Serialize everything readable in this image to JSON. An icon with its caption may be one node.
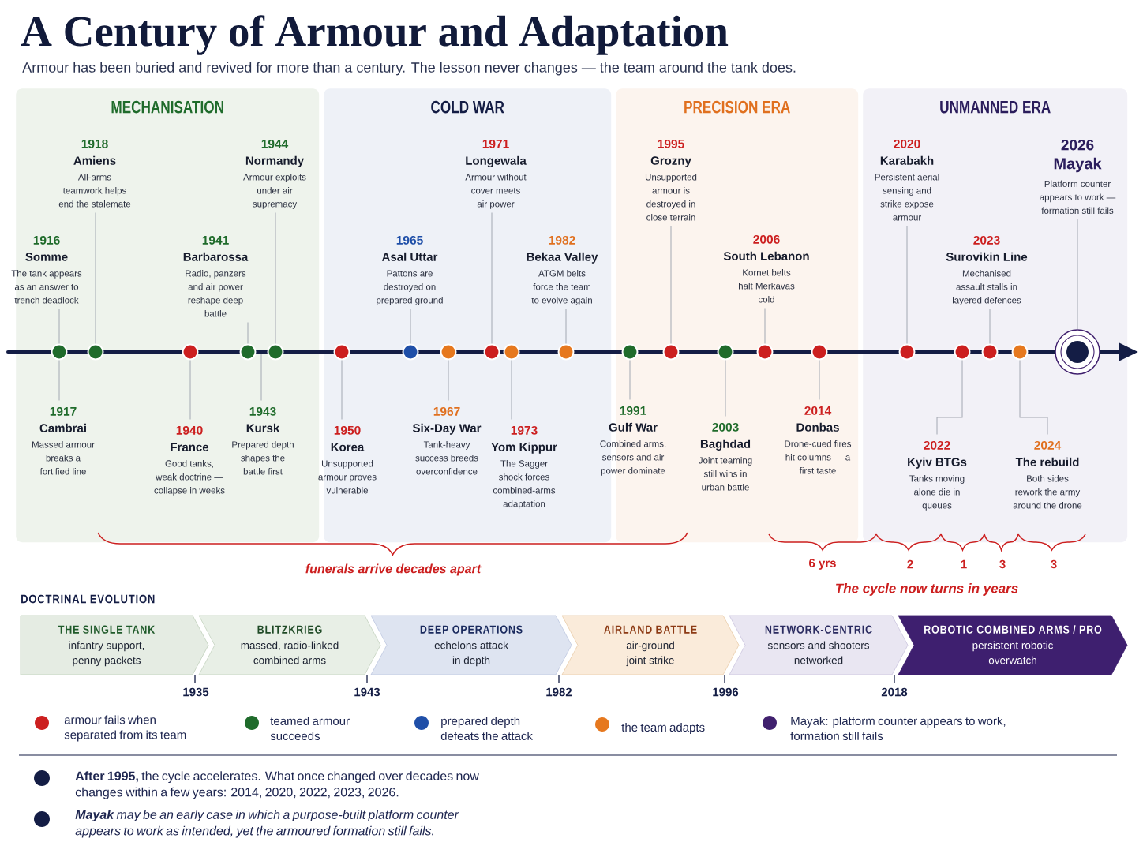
{
  "diagram": {
    "title": "A Century of Armour and Adaptation",
    "nodes": [
      {
        "text": [
          "MECHANISATION"
        ]
      },
      {
        "text": [
          "1916",
          "Somme",
          "The tank appears as an answer to trench deadlock"
        ],
        "in": 0
      },
      {
        "text": [
          "1917",
          "Cambrai",
          "Massed armour breaks a fortified line"
        ],
        "in": 0
      },
      {
        "text": [
          "1918",
          "Amiens",
          "All-arms teamwork helps end the stalemate"
        ],
        "in": 0
      },
      {
        "text": [
          "1940",
          "France",
          "Good tanks, weak doctrine — collapse in weeks"
        ],
        "in": 0
      },
      {
        "text": [
          "1941",
          "Barbarossa",
          "Radio, panzers and air power reshape deep battle"
        ],
        "in": 0
      },
      {
        "text": [
          "1943",
          "Kursk",
          "Prepared depth shapes the battle first"
        ],
        "in": 0
      },
      {
        "text": [
          "1944",
          "Normandy",
          "Armour exploits under air supremacy"
        ],
        "in": 0
      },
      {
        "text": [],
        "shape": "circle"
      },
      {
        "text": [],
        "shape": "circle"
      },
      {
        "text": [],
        "shape": "circle"
      },
      {
        "text": [],
        "shape": "circle"
      },
      {
        "text": [],
        "shape": "circle"
      },
      {
        "text": [
          "COLD WAR"
        ]
      },
      {
        "text": [
          "1950",
          "Korea",
          "Unsupported armour proves vulnerable"
        ],
        "in": 13
      },
      {
        "text": [
          "1965",
          "Asal Uttar",
          "Pattons are destroyed on prepared ground"
        ],
        "in": 13
      },
      {
        "text": [
          "1967",
          "Six-Day War",
          "Tank-heavy success breeds overconfidence"
        ],
        "in": 13
      },
      {
        "text": [
          "1971",
          "Longewala",
          "Armour without cover meets air power"
        ],
        "in": 13
      },
      {
        "text": [
          "1973",
          "Yom Kippur",
          "The Sagger shock forces combined-arms adaptation"
        ],
        "in": 13
      },
      {
        "text": [
          "1982",
          "Bekaa Valley",
          "ATGM belts force the team to evolve again"
        ],
        "in": 13
      },
      {
        "text": [],
        "shape": "circle"
      },
      {
        "text": [],
        "shape": "circle"
      },
      {
        "text": [],
        "shape": "circle"
      },
      {
        "text": [],
        "shape": "circle"
      },
      {
        "text": [],
        "shape": "circle"
      },
      {
        "text": [],
        "shape": "circle"
      },
      {
        "text": [
          "PRECISION ERA"
        ]
      },
      {
        "text": [
          "1991",
          "Gulf War",
          "Combined arms, sensors and air power dominate"
        ],
        "in": 26
      },
      {
        "text": [
          "1995",
          "Grozny",
          "Unsupported armour is destroyed in close terrain"
        ],
        "in": 26
      },
      {
        "text": [
          "2003",
          "Baghdad",
          "Joint teaming still wins in urban battle"
        ],
        "in": 26
      },
      {
        "text": [
          "2006",
          "South Lebanon",
          "Kornet belts halt Merkavas cold"
        ],
        "in": 26
      },
      {
        "text": [
          "2014",
          "Donbas",
          "Drone-cued fires hit columns — a first taste"
        ],
        "in": 26
      },
      {
        "text": [],
        "shape": "circle"
      },
      {
        "text": [],
        "shape": "circle"
      },
      {
        "text": [],
        "shape": "circle"
      },
      {
        "text": [],
        "shape": "circle"
      },
      {
        "text": [],
        "shape": "circle"
      },
      {
        "text": [
          "UNMANNED ERA"
        ]
      },
      {
        "text": [
          "2020",
          "Karabakh",
          "Persistent aerial sensing and strike expose armour"
        ],
        "in": 37
      },
      {
        "text": [
          "2022",
          "Kyiv BTGs",
          "Tanks moving alone die in queues"
        ],
        "in": 37
      },
      {
        "text": [
          "2023",
          "Surovikin Line",
          "Mechanised assault stalls in layered defences"
        ],
        "in": 37
      },
      {
        "text": [
          "2024",
          "The rebuild",
          "Both sides rework the army around the drone"
        ],
        "in": 37
      },
      {
        "text": [
          "2026",
          "Mayak",
          "Platform counter appears to work — formation still fails"
        ],
        "in": 37
      },
      {
        "text": [],
        "shape": "circle"
      },
      {
        "text": [],
        "shape": "circle"
      },
      {
        "text": [],
        "shape": "circle"
      },
      {
        "text": [],
        "shape": "circle"
      },
      {
        "text": [],
        "shape": "target",
        "in": 37
      },
      {
        "text": [
          "THE SINGLE TANK",
          "infantry support, penny packets"
        ]
      },
      {
        "text": [
          "BLITZKRIEG",
          "massed, radio-linked combined arms"
        ]
      },
      {
        "text": [
          "DEEP OPERATIONS",
          "echelons attack in depth"
        ]
      },
      {
        "text": [
          "AIRLAND BATTLE",
          "air-ground joint strike"
        ]
      },
      {
        "text": [
          "NETWORK-CENTRIC",
          "sensors and shooters networked"
        ]
      },
      {
        "text": [
          "ROBOTIC COMBINED ARMS / PRO",
          "persistent robotic overwatch"
        ]
      },
      {
        "text": [],
        "shape": "arrow"
      }
    ],
    "edges": [
      {
        "from": 1,
        "to": 8,
        "arrow": "none"
      },
      {
        "from": 2,
        "to": 8,
        "arrow": "none"
      },
      {
        "from": 3,
        "to": 9,
        "arrow": "none"
      },
      {
        "from": 4,
        "to": 10,
        "arrow": "none"
      },
      {
        "from": 5,
        "to": 11,
        "arrow": "none"
      },
      {
        "from": 6,
        "to": 54,
        "arrow": "none"
      },
      {
        "from": 7,
        "to": 12,
        "arrow": "none"
      },
      {
        "from": 14,
        "to": 20,
        "arrow": "none"
      },
      {
        "from": 15,
        "to": 21,
        "arrow": "none"
      },
      {
        "from": 16,
        "to": 22,
        "arrow": "none"
      },
      {
        "from": 17,
        "to": 23,
        "arrow": "none"
      },
      {
        "from": 18,
        "to": 24,
        "arrow": "none"
      },
      {
        "from": 19,
        "to": 25,
        "arrow": "none"
      },
      {
        "from": 27,
        "to": 32,
        "arrow": "none"
      },
      {
        "from": 28,
        "to": 33,
        "arrow": "none"
      },
      {
        "from": 29,
        "to": 34,
        "arrow": "none"
      },
      {
        "from": 30,
        "to": 35,
        "arrow": "none"
      },
      {
        "from": 31,
        "to": 36,
        "arrow": "none"
      },
      {
        "from": 38,
        "to": 43,
        "arrow": "none"
      },
      {
        "from": 39,
        "to": 44,
        "arrow": "none"
      },
      {
        "from": 40,
        "to": 45,
        "arrow": "none"
      },
      {
        "from": 41,
        "to": 46,
        "arrow": "none"
      },
      {
        "from": 42,
        "to": 47,
        "arrow": "none"
      }
    ],
    "labels": [
      "Armour has been buried and revived for more than a century. The lesson never changes — the team around the tank does.",
      "funerals arrive decades apart",
      "6 yrs",
      "2",
      "1",
      "3",
      "3",
      "The cycle now turns in years",
      "DOCTRINAL EVOLUTION",
      "1935",
      "1943",
      "1982",
      "1996",
      "2018",
      "**After 1995,** the cycle accelerates. What once changed over decades now changes within a few years: 2014, 2020, 2022, 2023, 2026.",
      "**Mayak** may be an early case in which a purpose-built platform counter appears to work as intended, yet the armoured formation still fails."
    ],
    "legend": [
      {
        "text": "armour fails when separated from its team",
        "color": "#cc1f1f"
      },
      {
        "text": "teamed armour succeeds",
        "color": "#1f6b2b"
      },
      {
        "text": "prepared depth defeats the attack",
        "color": "#1f4fa8"
      },
      {
        "text": "the team adapts",
        "color": "#e6781e"
      },
      {
        "text": "Mayak: platform counter appears to work, formation still fails",
        "color": "#40206e"
      }
    ]
  }
}
